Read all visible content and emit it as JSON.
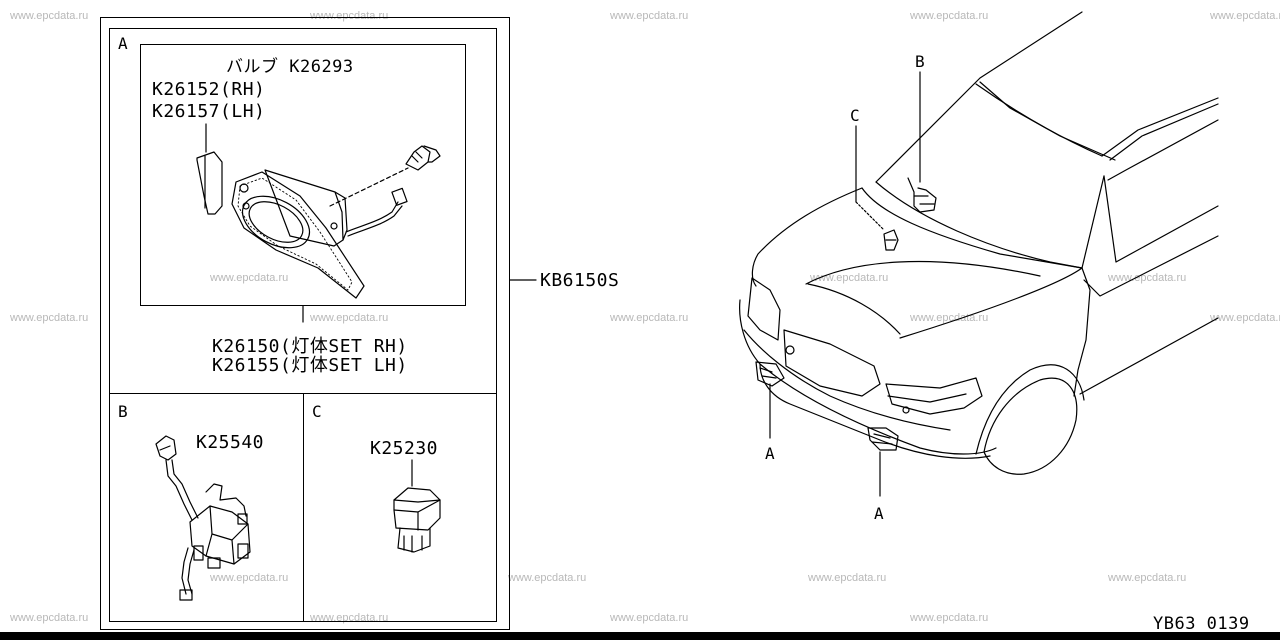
{
  "watermark": "www.epcdata.ru",
  "panel_a": {
    "section_letter": "A",
    "bulb": "バルブ K26293",
    "bracket_rh": "K26152(RH)",
    "bracket_lh": "K26157(LH)",
    "lamp_set_rh": "K26150(灯体SET RH)",
    "lamp_set_lh": "K26155(灯体SET LH)"
  },
  "assembly_ref": "KB6150S",
  "panel_b": {
    "section_letter": "B",
    "part": "K25540"
  },
  "panel_c": {
    "section_letter": "C",
    "part": "K25230"
  },
  "vehicle_callouts": {
    "a_upper": "A",
    "a_lower": "A",
    "b": "B",
    "c": "C"
  },
  "diagram_id": "YB63 0139"
}
